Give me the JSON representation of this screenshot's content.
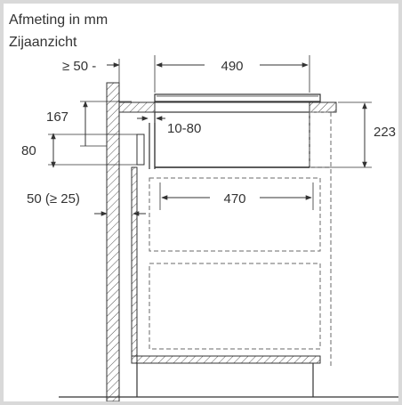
{
  "header": {
    "title": "Afmeting in mm",
    "subtitle": "Zijaanzicht"
  },
  "dimensions": {
    "wall_gap": "≥ 50 -",
    "hob_width": "490",
    "cutout_top": "167",
    "hob_overlap": "10-80",
    "rail_height": "80",
    "total_height": "223",
    "rear_gap": "50 (≥ 25)",
    "inner_width": "470"
  },
  "colors": {
    "line": "#333333",
    "dash": "#6a6a6a",
    "hatch": "#555555",
    "background": "#ffffff",
    "frame": "#d9d9d9"
  }
}
